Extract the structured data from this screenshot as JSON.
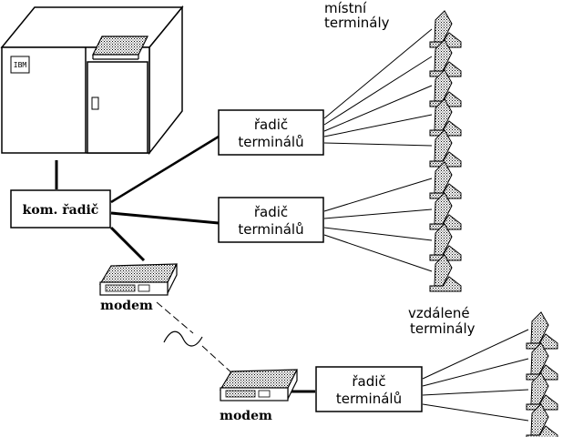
{
  "mainframe": {
    "brand": "IBM"
  },
  "comm_controller": {
    "label": "kom. řadič"
  },
  "controllers": {
    "local_a": {
      "line1": "řadič",
      "line2": "terminálů"
    },
    "local_b": {
      "line1": "řadič",
      "line2": "terminálů"
    },
    "remote": {
      "line1": "řadič",
      "line2": "terminálů"
    }
  },
  "groups": {
    "local": {
      "line1": "místní",
      "line2": "terminály"
    },
    "remote": {
      "line1": "vzdálené",
      "line2": "terminály"
    }
  },
  "modems": {
    "local": {
      "label": "modem"
    },
    "remote": {
      "label": "modem"
    }
  }
}
